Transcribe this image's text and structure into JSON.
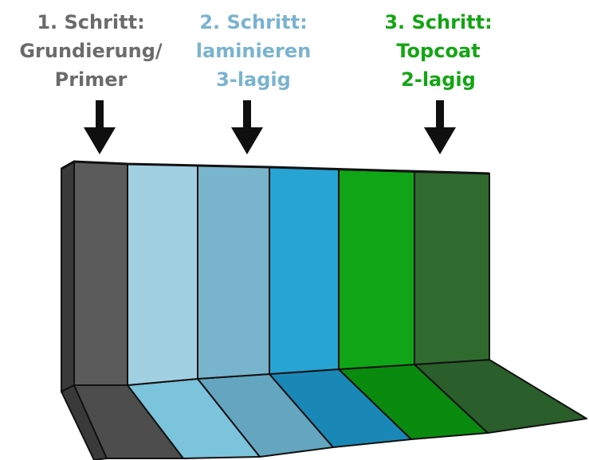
{
  "steps": [
    {
      "line1": "1. Schritt:",
      "line2": "Grundierung/",
      "line3": "Primer",
      "color": "#6b6b6b"
    },
    {
      "line1": "2. Schritt:",
      "line2": "laminieren",
      "line3": "3-lagig",
      "color": "#7ab3cf"
    },
    {
      "line1": "3. Schritt:",
      "line2": "Topcoat",
      "line3": "2-lagig",
      "color": "#14a514"
    }
  ],
  "layers": [
    {
      "name": "primer",
      "front": "#5b5b5b",
      "floor": "#4d4d4d"
    },
    {
      "name": "laminate-1",
      "front": "#a0d0e2",
      "floor": "#7cc3dc"
    },
    {
      "name": "laminate-2",
      "front": "#78b4cb",
      "floor": "#64a6c0"
    },
    {
      "name": "laminate-3",
      "front": "#27a3d4",
      "floor": "#1a88b6"
    },
    {
      "name": "topcoat-1",
      "front": "#10a516",
      "floor": "#0a8a0f"
    },
    {
      "name": "topcoat-2",
      "front": "#2f6b2f",
      "floor": "#2a5e2a"
    }
  ],
  "colors": {
    "arrow": "#0f0f0f",
    "outline": "#111111",
    "back_edge": "#3a3a3a"
  },
  "icons": [
    "arrow-down-icon",
    "arrow-down-icon",
    "arrow-down-icon"
  ]
}
